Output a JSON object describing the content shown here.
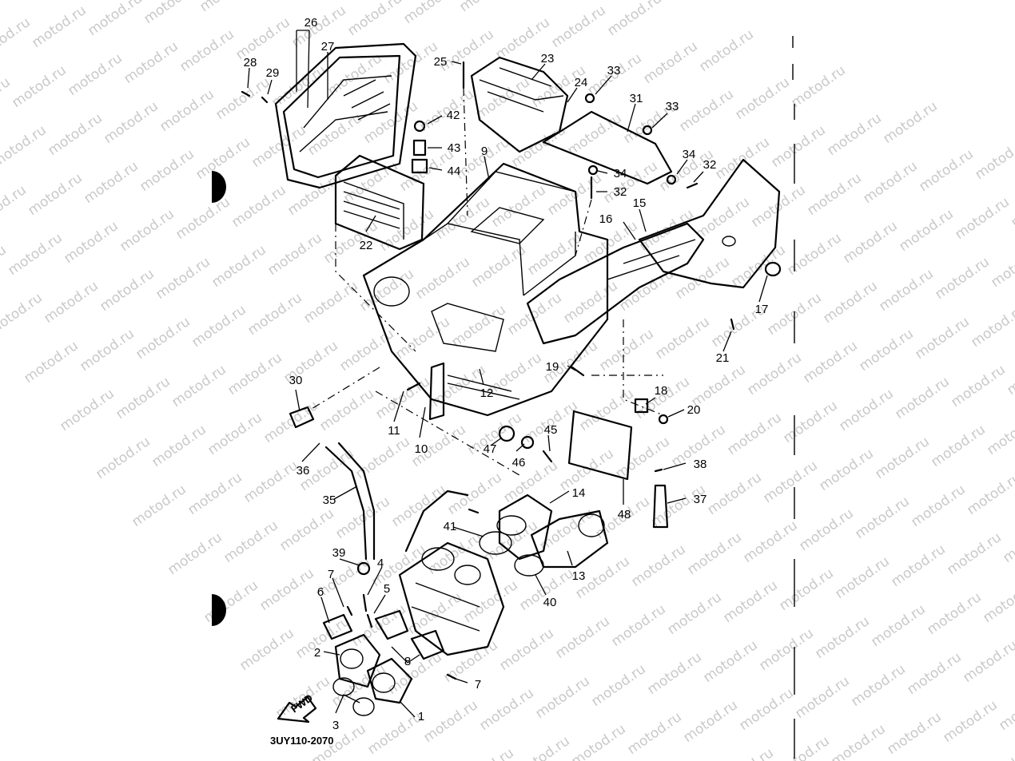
{
  "watermark": "motod.ru",
  "diagram_code": "3UY110-2070",
  "front_arrow_label": "FWD",
  "part_labels": [
    "1",
    "2",
    "3",
    "4",
    "5",
    "6",
    "7",
    "7",
    "8",
    "9",
    "10",
    "11",
    "12",
    "13",
    "14",
    "15",
    "16",
    "17",
    "18",
    "19",
    "20",
    "21",
    "22",
    "23",
    "24",
    "25",
    "26",
    "27",
    "28",
    "29",
    "30",
    "31",
    "32",
    "32",
    "33",
    "33",
    "34",
    "34",
    "35",
    "36",
    "37",
    "38",
    "39",
    "40",
    "41",
    "42",
    "43",
    "44",
    "45",
    "46",
    "47",
    "48"
  ]
}
